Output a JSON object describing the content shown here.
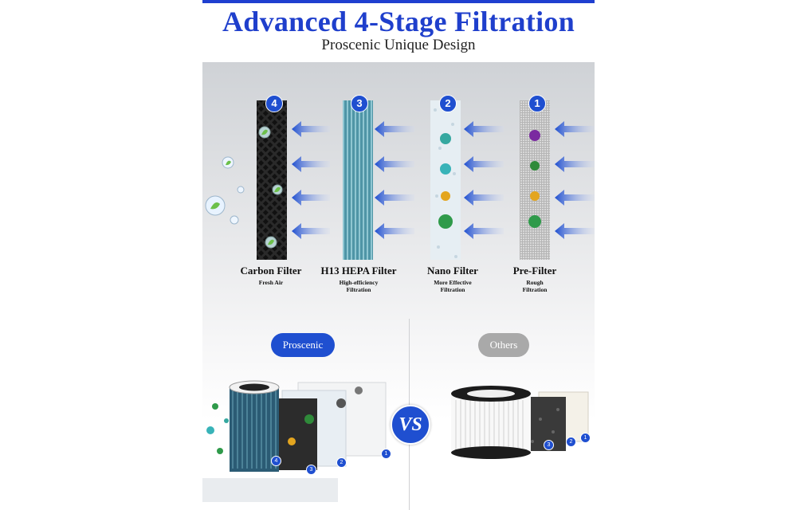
{
  "header": {
    "title": "Advanced 4-Stage Filtration",
    "subtitle": "Proscenic Unique Design"
  },
  "stages": [
    {
      "number": "4",
      "name": "Carbon Filter",
      "desc_line1": "Fresh Air",
      "desc_line2": ""
    },
    {
      "number": "3",
      "name": "H13 HEPA Filter",
      "desc_line1": "High-efficiency",
      "desc_line2": "Filtration"
    },
    {
      "number": "2",
      "name": "Nano Filter",
      "desc_line1": "More Effective",
      "desc_line2": "Filtration"
    },
    {
      "number": "1",
      "name": "Pre-Filter",
      "desc_line1": "Rough",
      "desc_line2": "Filtration"
    }
  ],
  "comparison": {
    "left_label": "Proscenic",
    "right_label": "Others",
    "vs_label": "VS",
    "left_layers": [
      "4",
      "3",
      "2",
      "1"
    ],
    "right_layers": [
      "3",
      "2",
      "1"
    ]
  },
  "colors": {
    "accent": "#1f4fd0",
    "title": "#1f3fcc",
    "others_pill": "#a9a9a9"
  }
}
